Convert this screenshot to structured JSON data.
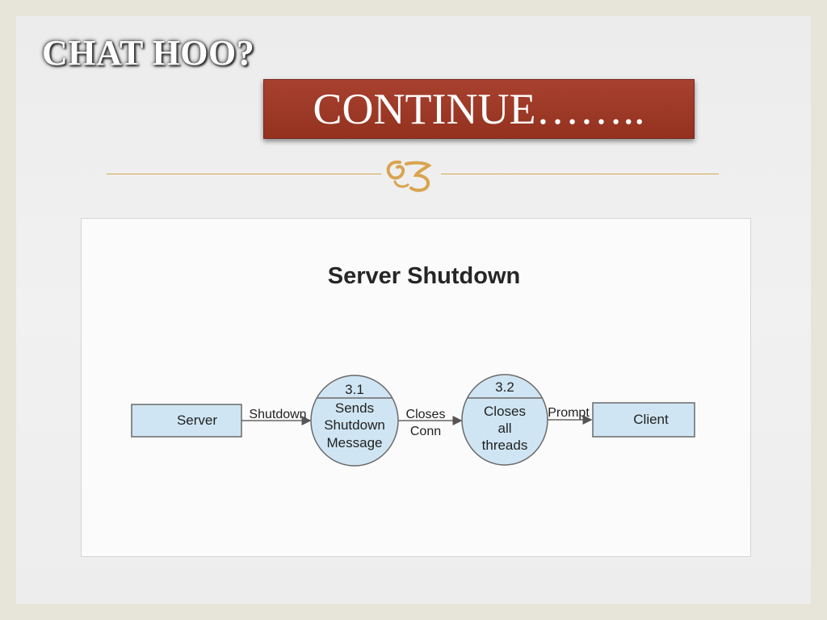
{
  "slide": {
    "title": "CHAT HOO?",
    "banner": "CONTINUE……..",
    "banner_color": "#9a3626",
    "title_color": "#ffffff",
    "divider_color": "#d9a44f",
    "ornament_icon": "fleuron-ornament-icon"
  },
  "diagram": {
    "title": "Server Shutdown",
    "box_fill": "#cfe5f3",
    "entities": {
      "server": "Server",
      "client": "Client"
    },
    "processes": {
      "p1": {
        "id": "3.1",
        "line1": "Sends",
        "line2": "Shutdown",
        "line3": "Message"
      },
      "p2": {
        "id": "3.2",
        "line1": "Closes",
        "line2": "all",
        "line3": "threads"
      }
    },
    "flows": {
      "f1": "Shutdown",
      "f2_line1": "Closes",
      "f2_line2": "Conn",
      "f3": "Prompt"
    }
  }
}
